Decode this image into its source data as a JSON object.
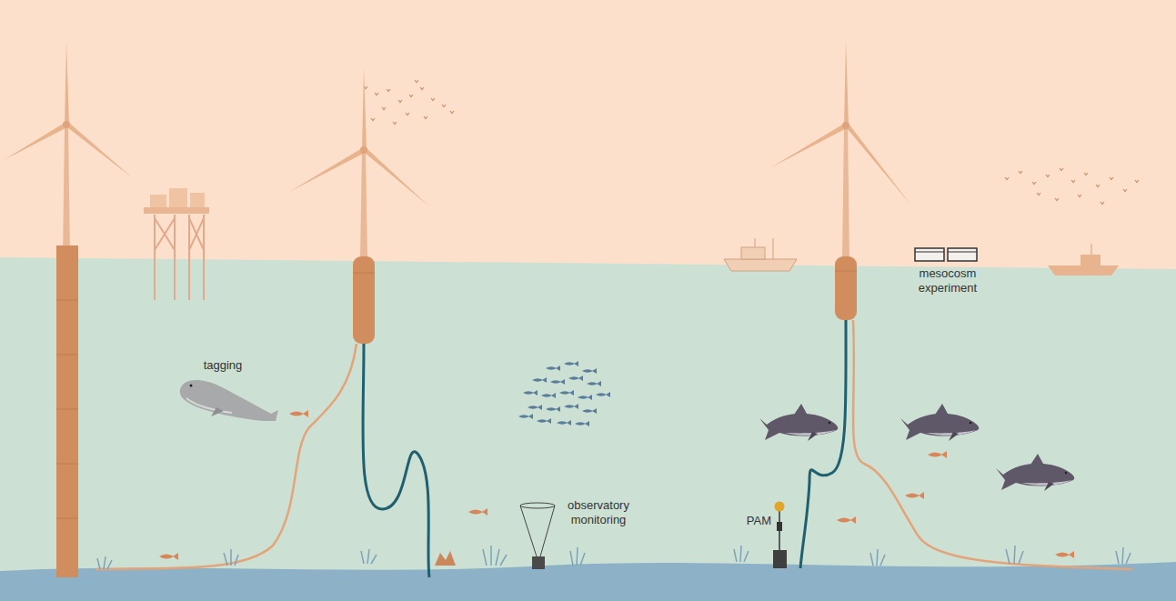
{
  "diagram": {
    "labels": [
      "tagging",
      "observatory monitoring",
      "PAM",
      "mesocosm experiment"
    ]
  }
}
